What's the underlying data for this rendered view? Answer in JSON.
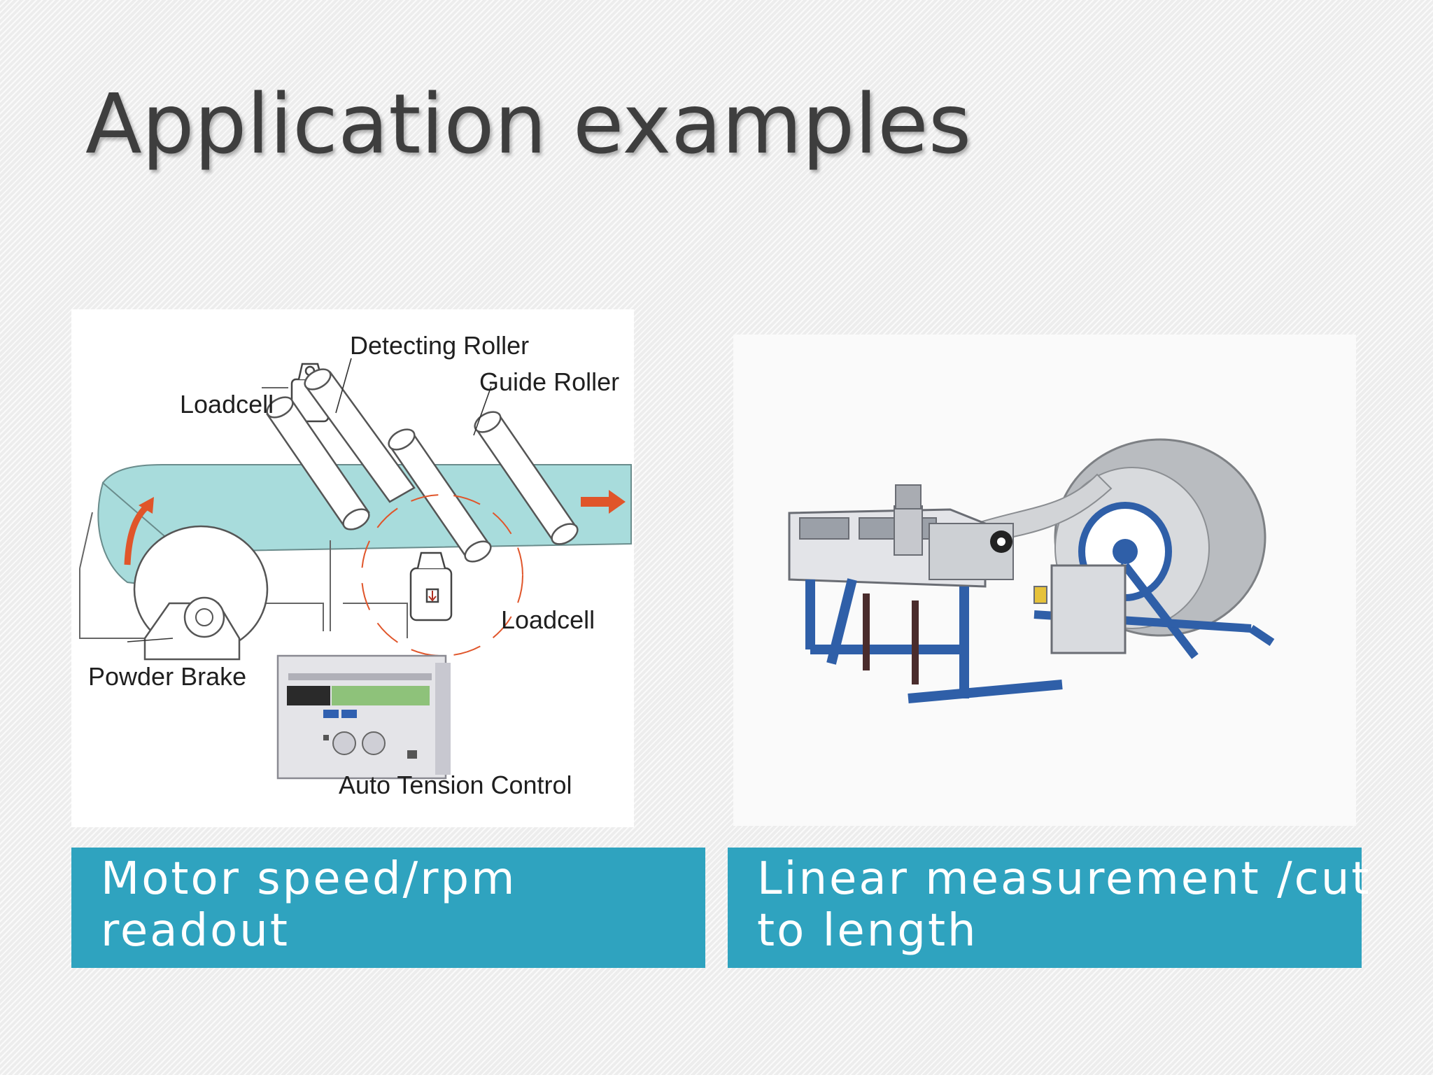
{
  "slide": {
    "title": "Application examples"
  },
  "diagram_left": {
    "labels": {
      "detecting_roller": "Detecting Roller",
      "guide_roller": "Guide Roller",
      "loadcell_top": "Loadcell",
      "loadcell_bottom": "Loadcell",
      "powder_brake": "Powder Brake",
      "auto_tension_control": "Auto Tension Control"
    }
  },
  "captions": {
    "left": {
      "line1": "Motor speed/rpm",
      "line2": "readout"
    },
    "right": {
      "line1": "Linear measurement /cut",
      "line2": "to length"
    }
  },
  "colors": {
    "caption_bg": "#2fa3bf",
    "web_fill": "#a8dcdc",
    "arrow_orange": "#e0552a",
    "machine_blue": "#2f5fa8"
  }
}
